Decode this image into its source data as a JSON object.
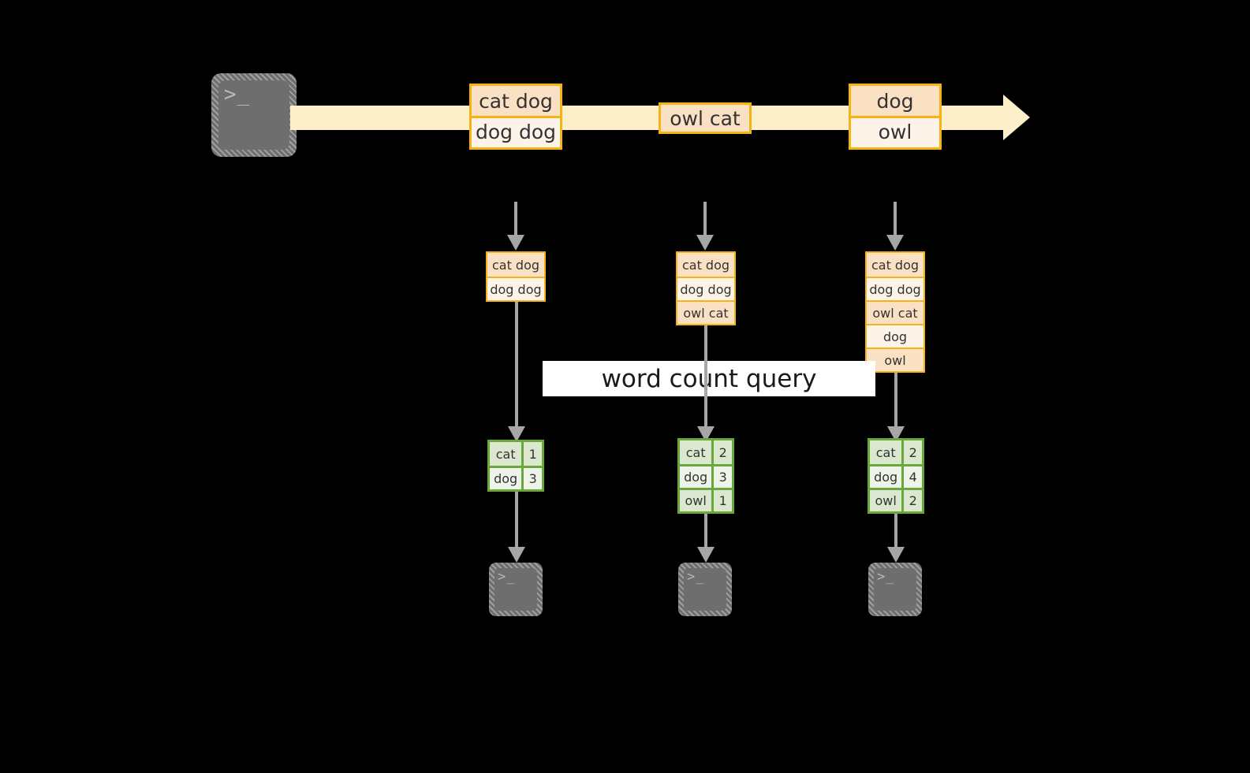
{
  "diagram": {
    "title": "word count query",
    "colors": {
      "stream_fill": "#FCEFC9",
      "box_border": "#F5B316",
      "box_fill_dark": "#FBE1C4",
      "box_fill_light": "#FDF3E8",
      "table_border": "#6BA83B",
      "table_fill_dark": "#DBE7CE",
      "table_fill_light": "#EFF4EA",
      "arrow": "#A6A6A6",
      "terminal": "#6E6E6E",
      "background": "#000000",
      "label_band": "#FFFFFF"
    }
  },
  "source": {
    "icon": "terminal-icon",
    "prompt": ">_"
  },
  "stream": {
    "icon": "stream-arrow-icon",
    "events": [
      {
        "lines": [
          "cat dog",
          "dog dog"
        ]
      },
      {
        "lines": [
          "owl cat"
        ]
      },
      {
        "lines": [
          "dog",
          "owl"
        ]
      }
    ]
  },
  "snapshots": [
    {
      "input_table": {
        "rows": [
          "cat dog",
          "dog dog"
        ]
      },
      "result_table": {
        "rows": [
          {
            "word": "cat",
            "count": "1"
          },
          {
            "word": "dog",
            "count": "3"
          }
        ]
      },
      "sink": {
        "icon": "terminal-icon",
        "prompt": ">_"
      }
    },
    {
      "input_table": {
        "rows": [
          "cat dog",
          "dog dog",
          "owl cat"
        ]
      },
      "result_table": {
        "rows": [
          {
            "word": "cat",
            "count": "2"
          },
          {
            "word": "dog",
            "count": "3"
          },
          {
            "word": "owl",
            "count": "1"
          }
        ]
      },
      "sink": {
        "icon": "terminal-icon",
        "prompt": ">_"
      }
    },
    {
      "input_table": {
        "rows": [
          "cat dog",
          "dog dog",
          "owl cat",
          "dog",
          "owl"
        ]
      },
      "result_table": {
        "rows": [
          {
            "word": "cat",
            "count": "2"
          },
          {
            "word": "dog",
            "count": "4"
          },
          {
            "word": "owl",
            "count": "2"
          }
        ]
      },
      "sink": {
        "icon": "terminal-icon",
        "prompt": ">_"
      }
    }
  ]
}
